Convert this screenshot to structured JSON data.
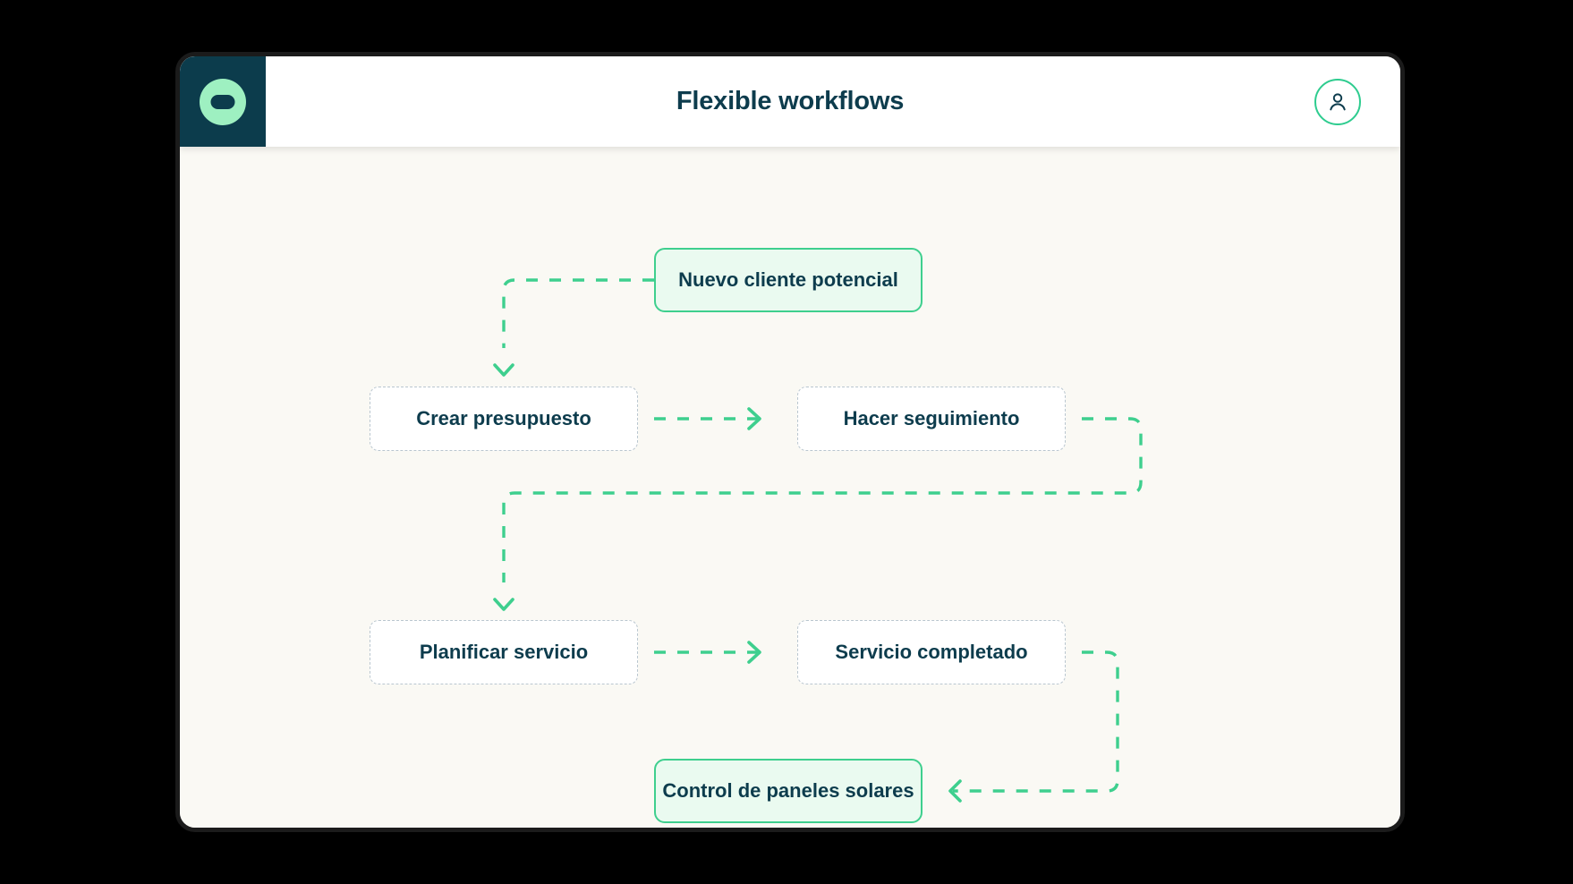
{
  "window": {
    "background_color": "#000000",
    "card_background": "#ffffff",
    "card_border_color": "#1b1b1b"
  },
  "header": {
    "title": "Flexible workflows",
    "title_color": "#0d3c4d",
    "background": "#ffffff",
    "logo": {
      "icon": "app-logo-icon",
      "tile_color": "#0c3c4c",
      "mark_color": "#9ef0c1"
    },
    "avatar": {
      "icon": "user-avatar-icon",
      "ring_color": "#2ecc8f",
      "glyph_color": "#0d3c4d"
    }
  },
  "canvas": {
    "background": "#faf9f4",
    "accent_color": "#3ecf8e",
    "dashed_node_border": "#b9c6cf",
    "solid_node_fill": "#eafaf0"
  },
  "workflow": {
    "nodes": [
      {
        "id": "nuevo",
        "label": "Nuevo cliente potencial",
        "style": "solid"
      },
      {
        "id": "crear",
        "label": "Crear presupuesto",
        "style": "dashed"
      },
      {
        "id": "hacer",
        "label": "Hacer seguimiento",
        "style": "dashed"
      },
      {
        "id": "planif",
        "label": "Planificar servicio",
        "style": "dashed"
      },
      {
        "id": "servcomp",
        "label": "Servicio completado",
        "style": "dashed"
      },
      {
        "id": "control",
        "label": "Control de paneles solares",
        "style": "solid"
      }
    ],
    "edges": [
      {
        "from": "nuevo",
        "to": "crear",
        "direction": "down"
      },
      {
        "from": "crear",
        "to": "hacer",
        "direction": "right"
      },
      {
        "from": "hacer",
        "to": "planif",
        "direction": "down"
      },
      {
        "from": "planif",
        "to": "servcomp",
        "direction": "right"
      },
      {
        "from": "servcomp",
        "to": "control",
        "direction": "left"
      }
    ]
  }
}
